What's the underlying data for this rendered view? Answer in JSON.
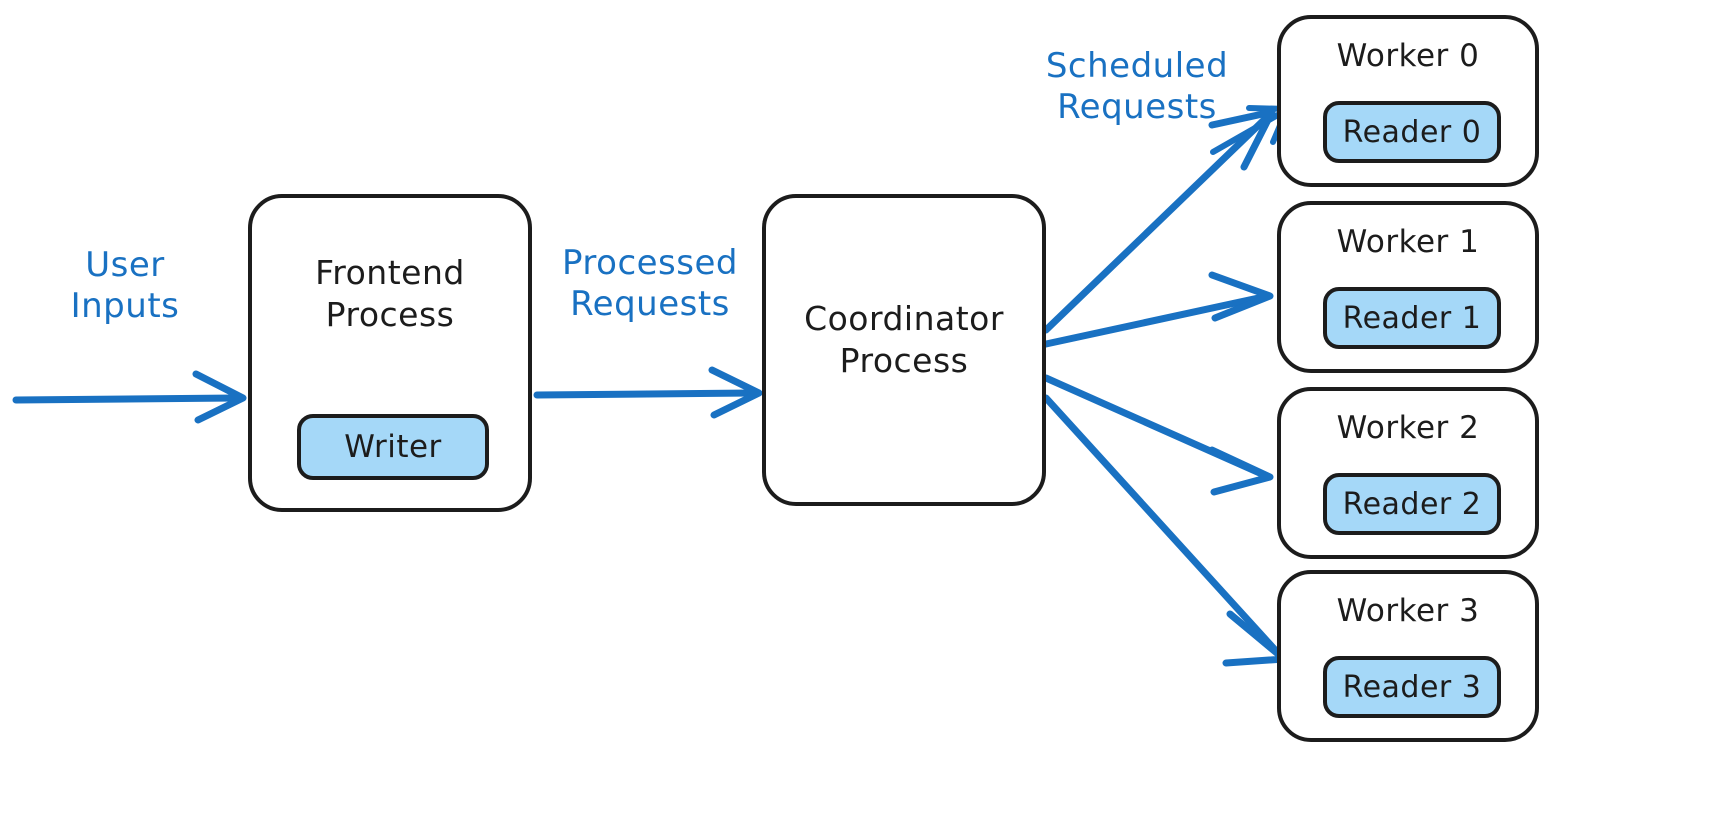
{
  "diagram": {
    "title_text_color": "#1c1c1c",
    "accent_color": "#1971c2",
    "node_fill": "#a5d8f8",
    "stroke_color": "#1c1c1c",
    "background": "#ffffff"
  },
  "frontend": {
    "title": "Frontend\nProcess",
    "child": "Writer"
  },
  "coordinator": {
    "title": "Coordinator\nProcess"
  },
  "workers": [
    {
      "title": "Worker 0",
      "child": "Reader 0"
    },
    {
      "title": "Worker 1",
      "child": "Reader 1"
    },
    {
      "title": "Worker 2",
      "child": "Reader 2"
    },
    {
      "title": "Worker 3",
      "child": "Reader 3"
    }
  ],
  "edges": {
    "user_inputs": "User\nInputs",
    "processed_requests": "Processed\nRequests",
    "scheduled_requests": "Scheduled\nRequests"
  }
}
